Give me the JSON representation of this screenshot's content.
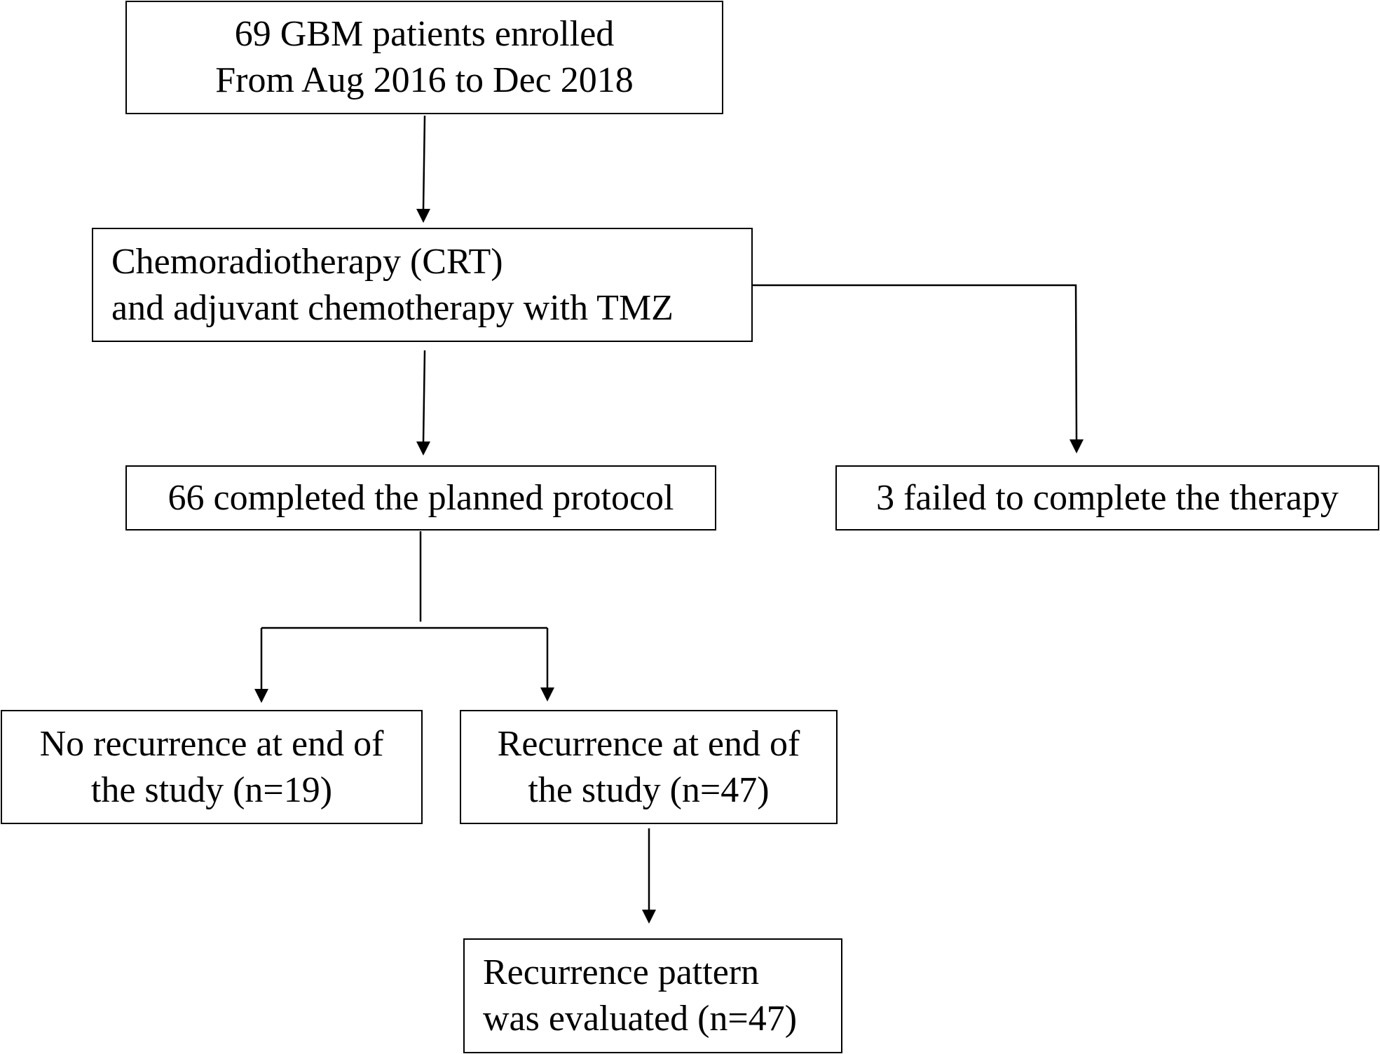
{
  "flowchart": {
    "enrolled": {
      "line1": "69 GBM patients enrolled",
      "line2": "From Aug 2016 to Dec 2018"
    },
    "treatment": {
      "line1": "Chemoradiotherapy (CRT)",
      "line2": "and adjuvant chemotherapy with TMZ"
    },
    "completed": {
      "line1": "66 completed the planned protocol"
    },
    "failed": {
      "line1": "3 failed to complete the therapy"
    },
    "no_recurrence": {
      "line1": "No recurrence at end of",
      "line2": "the study (n=19)"
    },
    "recurrence": {
      "line1": "Recurrence at end of",
      "line2": "the study (n=47)"
    },
    "evaluated": {
      "line1": "Recurrence pattern",
      "line2": "was evaluated (n=47)"
    }
  },
  "colors": {
    "stroke": "#000000",
    "background": "#ffffff"
  }
}
